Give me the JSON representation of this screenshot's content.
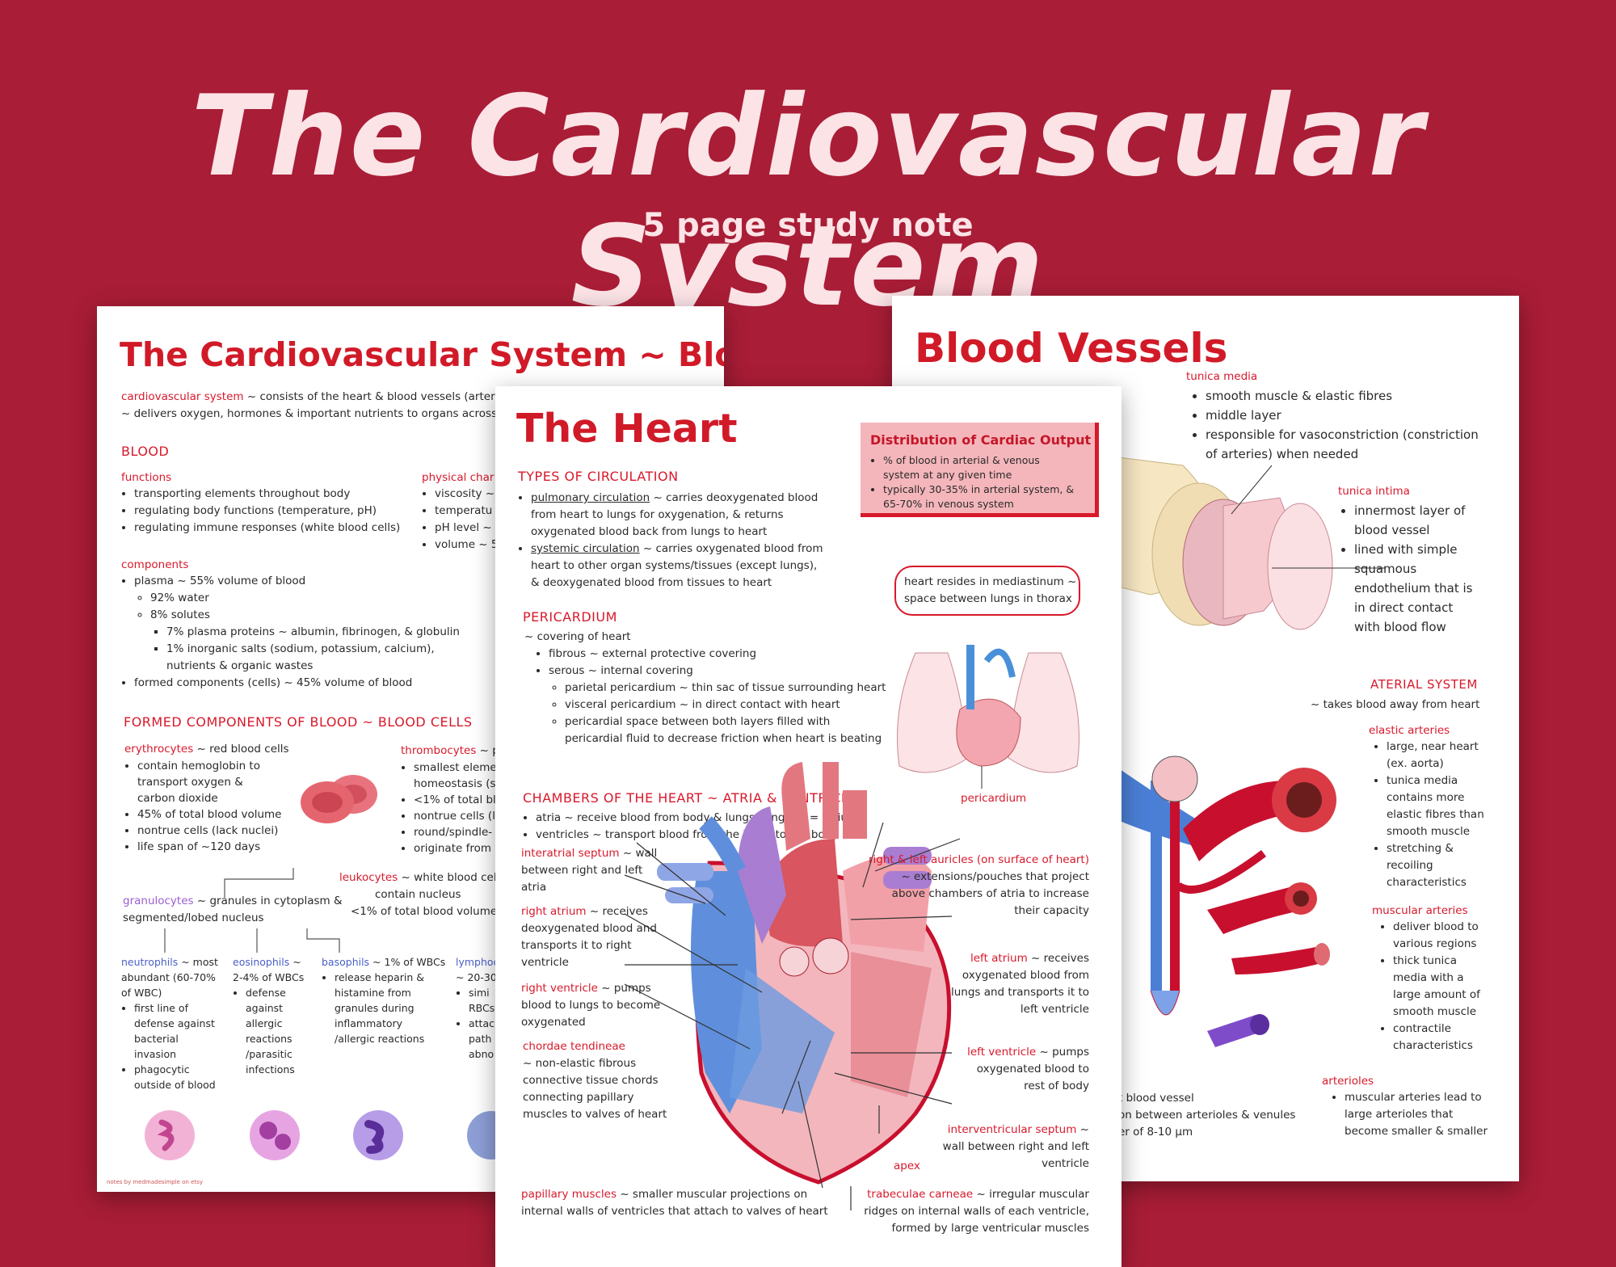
{
  "header": {
    "title": "The Cardiovascular System",
    "subtitle": "5 page study note"
  },
  "blood_page": {
    "title": "The Cardiovascular System ~ Blood",
    "intro_term": "cardiovascular system",
    "intro_rest": " ~ consists of the heart & blood vessels (arteri",
    "intro_line2": "~ delivers oxygen, hormones & important nutrients to organs across t",
    "blood_heading": "BLOOD",
    "functions_label": "functions",
    "functions": [
      "transporting elements throughout body",
      "regulating body functions (temperature, pH)",
      "regulating immune responses (white blood cells)"
    ],
    "physical_label": "physical char",
    "physical": [
      "viscosity ~",
      "temperatu",
      "pH level ~",
      "volume ~ 5"
    ],
    "components_label": "components",
    "comp_plasma": "plasma ~ 55% volume of blood",
    "comp_water": "92% water",
    "comp_solutes": "8% solutes",
    "comp_proteins": "7% plasma proteins ~ albumin, fibrinogen, & globulin",
    "comp_salts1": "1% inorganic salts (sodium, potassium, calcium),",
    "comp_salts2": "nutrients & organic wastes",
    "comp_formed": "formed components (cells) ~ 45% volume of blood",
    "formed_heading": "FORMED COMPONENTS OF BLOOD ~ BLOOD CELLS",
    "ery_term": "erythrocytes",
    "ery_rest": " ~ red blood cells",
    "ery_items": [
      "contain hemoglobin to",
      "transport oxygen &",
      "carbon dioxide",
      "45% of total blood volume",
      "nontrue cells (lack nuclei)",
      "life span of ~120 days"
    ],
    "thr_term": "thrombocytes",
    "thr_rest": " ~ pl",
    "thr_items": [
      "smallest eleme",
      "homeostasis (s",
      "<1% of total blo",
      "nontrue cells (l",
      "round/spindle-",
      "originate from"
    ],
    "leu_term": "leukocytes",
    "leu_rest": " ~ white blood cells",
    "leu_line2": "contain nucleus",
    "leu_line3": "<1% of total blood volume",
    "gran_term": "granulocytes",
    "gran_rest": " ~ granules in cytoplasm &",
    "gran_line2": "segmented/lobed nucleus",
    "neu_term": "neutrophils",
    "neu_rest": " ~ most",
    "neu_lines": [
      "abundant (60-70%",
      "of WBC)"
    ],
    "neu_items": [
      "first line of",
      "defense against",
      "bacterial",
      "invasion",
      "phagocytic",
      "outside of blood"
    ],
    "eos_term": "eosinophils",
    "eos_rest": " ~",
    "eos_line": "2-4% of WBCs",
    "eos_items": [
      "defense",
      "against",
      "allergic",
      "reactions",
      "/parasitic",
      "infections"
    ],
    "bas_term": "basophils",
    "bas_rest": " ~ 1% of WBCs",
    "bas_items": [
      "release heparin &",
      "histamine from",
      "granules during",
      "inflammatory",
      "/allergic reactions"
    ],
    "lym_term": "lymphoc",
    "lym_lines": [
      "~ 20-30",
      "simi",
      "RBCs",
      "attac",
      "path",
      "abno"
    ],
    "footer": "notes by medmadesimple on etsy"
  },
  "vessels_page": {
    "title": "Blood Vessels",
    "media_label": "tunica media",
    "media_items": [
      "smooth muscle & elastic fibres",
      "middle layer",
      "responsible for vasoconstriction (constriction",
      "of arteries) when needed"
    ],
    "intima_label": "tunica intima",
    "intima_items": [
      "innermost layer of",
      "blood vessel",
      "lined with simple",
      "squamous",
      "endothelium that is",
      "in direct contact",
      "with blood flow"
    ],
    "arterial_heading": "ATERIAL SYSTEM",
    "arterial_desc": "~ takes blood away from heart",
    "elastic_label": "elastic arteries",
    "elastic_items": [
      "large, near heart",
      "(ex. aorta)",
      "tunica media",
      "contains more",
      "elastic fibres than",
      "smooth muscle",
      "stretching &",
      "recoiling",
      "characteristics"
    ],
    "muscular_label": "muscular arteries",
    "muscular_items": [
      "deliver blood to",
      "various regions",
      "thick tunica",
      "media with a",
      "large amount of",
      "smooth muscle",
      "contractile",
      "characteristics"
    ],
    "arterioles_label": "arterioles",
    "arterioles_items": [
      "muscular arteries lead to",
      "large arterioles that",
      "become smaller & smaller"
    ],
    "cap_lines": [
      "t blood vessel",
      "on between arterioles & venules",
      "er of 8-10 μm"
    ]
  },
  "heart_page": {
    "title": "The Heart",
    "dist_title": "Distribution of Cardiac Output",
    "dist_items": [
      "% of blood in arterial & venous",
      "system at any given time",
      "typically 30-35% in arterial system, &",
      "65-70% in venous system"
    ],
    "types_heading": "TYPES OF CIRCULATION",
    "pulm_term": "pulmonary circulation",
    "pulm_rest": " ~ carries deoxygenated blood",
    "pulm_lines": [
      "from heart to lungs for oxygenation, & returns",
      "oxygenated blood back from lungs to heart"
    ],
    "sys_term": "systemic circulation",
    "sys_rest": " ~ carries oxygenated blood from",
    "sys_lines": [
      "heart to other organ systems/tissues (except lungs),",
      "& deoxygenated blood from tissues to heart"
    ],
    "mediastinum_lines": [
      "heart resides in mediastinum ~",
      "space between lungs in thorax"
    ],
    "pericardium_heading": "PERICARDIUM",
    "peri_desc": "~ covering of heart",
    "peri_fibrous": "fibrous ~ external protective covering",
    "peri_serous": "serous ~ internal covering",
    "peri_parietal": "parietal pericardium ~ thin sac of tissue surrounding heart",
    "peri_visceral": "visceral pericardium ~ in direct contact with heart",
    "peri_space1": "pericardial space between both layers filled with",
    "peri_space2": "pericardial fluid to decrease friction when heart is beating",
    "pericardium_label": "pericardium",
    "chambers_heading": "CHAMBERS OF THE HEART ~ ATRIA & VENTRICLES",
    "atria": "atria ~ receive blood from body & lungs (singular = atrium)",
    "ventricles": "ventricles ~ transport blood from the heart to the body",
    "ias_term": "interatrial septum",
    "ias_rest": " ~ wall",
    "ias_lines": [
      "between right and left",
      "atria"
    ],
    "ra_term": "right atrium",
    "ra_rest": " ~ receives",
    "ra_lines": [
      "deoxygenated blood and",
      "transports it to right",
      "ventricle"
    ],
    "rv_term": "right ventricle",
    "rv_rest": " ~ pumps",
    "rv_lines": [
      "blood to lungs to become",
      "oxygenated"
    ],
    "ct_term": "chordae tendineae",
    "ct_lines": [
      "~ non-elastic fibrous",
      "connective tissue chords",
      "connecting papillary",
      "muscles to valves of heart"
    ],
    "pm_term": "papillary muscles",
    "pm_rest": " ~ smaller muscular projections on",
    "pm_line2": "internal walls of ventricles that attach to valves of heart",
    "aur_term": "right & left auricles (on surface of heart)",
    "aur_lines": [
      "~ extensions/pouches that project",
      "above chambers of atria to increase",
      "their capacity"
    ],
    "la_term": "left atrium",
    "la_rest": " ~ receives",
    "la_lines": [
      "oxygenated blood from",
      "lungs and transports it to",
      "left ventricle"
    ],
    "lv_term": "left ventricle",
    "lv_rest": " ~ pumps",
    "lv_lines": [
      "oxygenated blood to",
      "rest of body"
    ],
    "ivs_term": "interventricular septum",
    "ivs_rest": " ~",
    "ivs_lines": [
      "wall between right and left",
      "ventricle"
    ],
    "apex_label": "apex",
    "tc_term": "trabeculae carneae",
    "tc_rest": " ~ irregular muscular",
    "tc_lines": [
      "ridges on internal walls of each ventricle,",
      "formed by large ventricular muscles"
    ]
  },
  "colors": {
    "background": "#a91d36",
    "accent": "#d8192b",
    "hero_text": "#fbe3e6"
  }
}
